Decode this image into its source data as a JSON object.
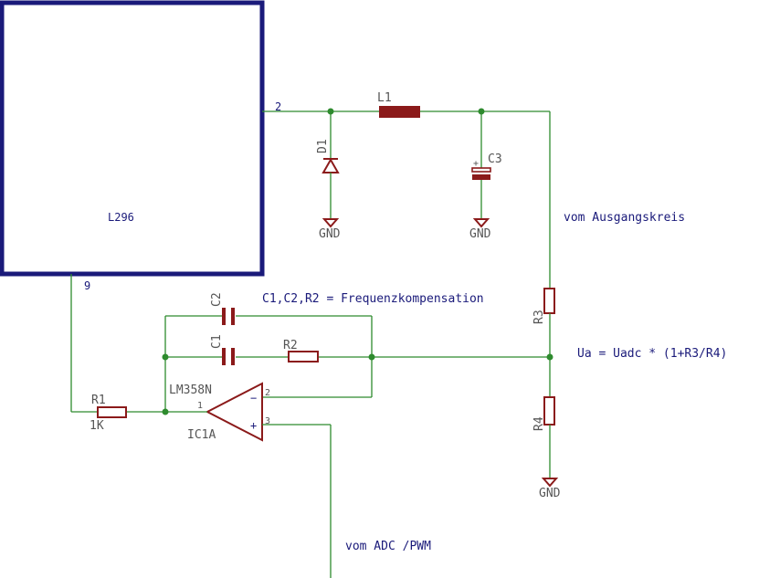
{
  "ic": {
    "name": "L296",
    "pin_out": "2",
    "pin_fb": "9"
  },
  "inductor": {
    "name": "L1"
  },
  "diode": {
    "name": "D1"
  },
  "c3": {
    "name": "C3",
    "polarity": "+"
  },
  "gnd_d1": "GND",
  "gnd_c3": "GND",
  "gnd_r4": "GND",
  "r3": {
    "name": "R3"
  },
  "r4": {
    "name": "R4"
  },
  "r1": {
    "name": "R1",
    "value": "1K"
  },
  "r2": {
    "name": "R2"
  },
  "c1": {
    "name": "C1"
  },
  "c2": {
    "name": "C2"
  },
  "opamp": {
    "part": "LM358N",
    "ref": "IC1A",
    "pin1": "1",
    "pin2": "2",
    "pin3": "3",
    "minus": "−",
    "plus": "+"
  },
  "notes": {
    "ausgang": "vom Ausgangskreis",
    "kompensation": "C1,C2,R2 = Frequenzkompensation",
    "formula": "Ua = Uadc * (1+R3/R4)",
    "adc": "vom ADC /PWM"
  },
  "colors": {
    "wire": "#2e8b2e",
    "part": "#8b1a1a",
    "ic": "#1a1a7a",
    "text": "#555555"
  }
}
